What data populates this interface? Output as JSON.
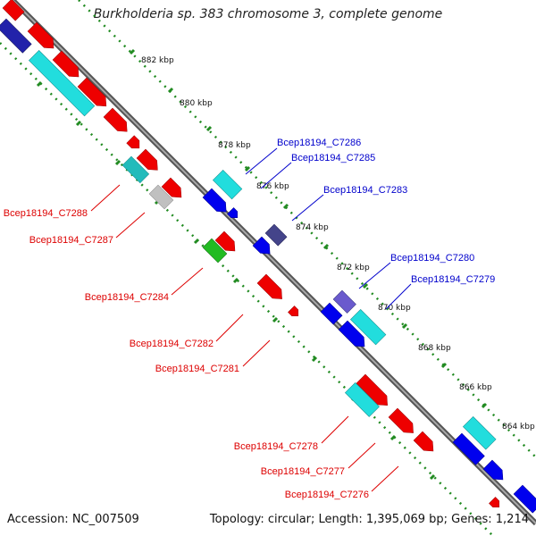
{
  "title": "Burkholderia sp. 383 chromosome 3, complete genome",
  "footer": {
    "accession": "Accession: NC_007509",
    "summary": "Topology: circular; Length: 1,395,069 bp; Genes: 1,214"
  },
  "colors": {
    "background": "#ffffff",
    "backbone": "#777777",
    "ticks": "#228b22",
    "forward_label": "#0000cc",
    "reverse_label": "#dd0000",
    "gene_red": "#ee0000",
    "gene_blue": "#0000ee",
    "gene_cyan": "#22dddd",
    "gene_slate": "#44448a",
    "gene_violet": "#6a5acd",
    "gene_green": "#22bb22",
    "gene_gray": "#c0c0c0",
    "gene_dark_blue": "#2222aa"
  },
  "kbp_labels": [
    "882 kbp",
    "880 kbp",
    "878 kbp",
    "876 kbp",
    "874 kbp",
    "872 kbp",
    "870 kbp",
    "868 kbp",
    "866 kbp",
    "864 kbp"
  ],
  "forward_gene_labels": [
    "Bcep18194_C7286",
    "Bcep18194_C7285",
    "Bcep18194_C7283",
    "Bcep18194_C7280",
    "Bcep18194_C7279"
  ],
  "reverse_gene_labels": [
    "Bcep18194_C7288",
    "Bcep18194_C7287",
    "Bcep18194_C7284",
    "Bcep18194_C7282",
    "Bcep18194_C7281",
    "Bcep18194_C7278",
    "Bcep18194_C7277",
    "Bcep18194_C7276"
  ]
}
